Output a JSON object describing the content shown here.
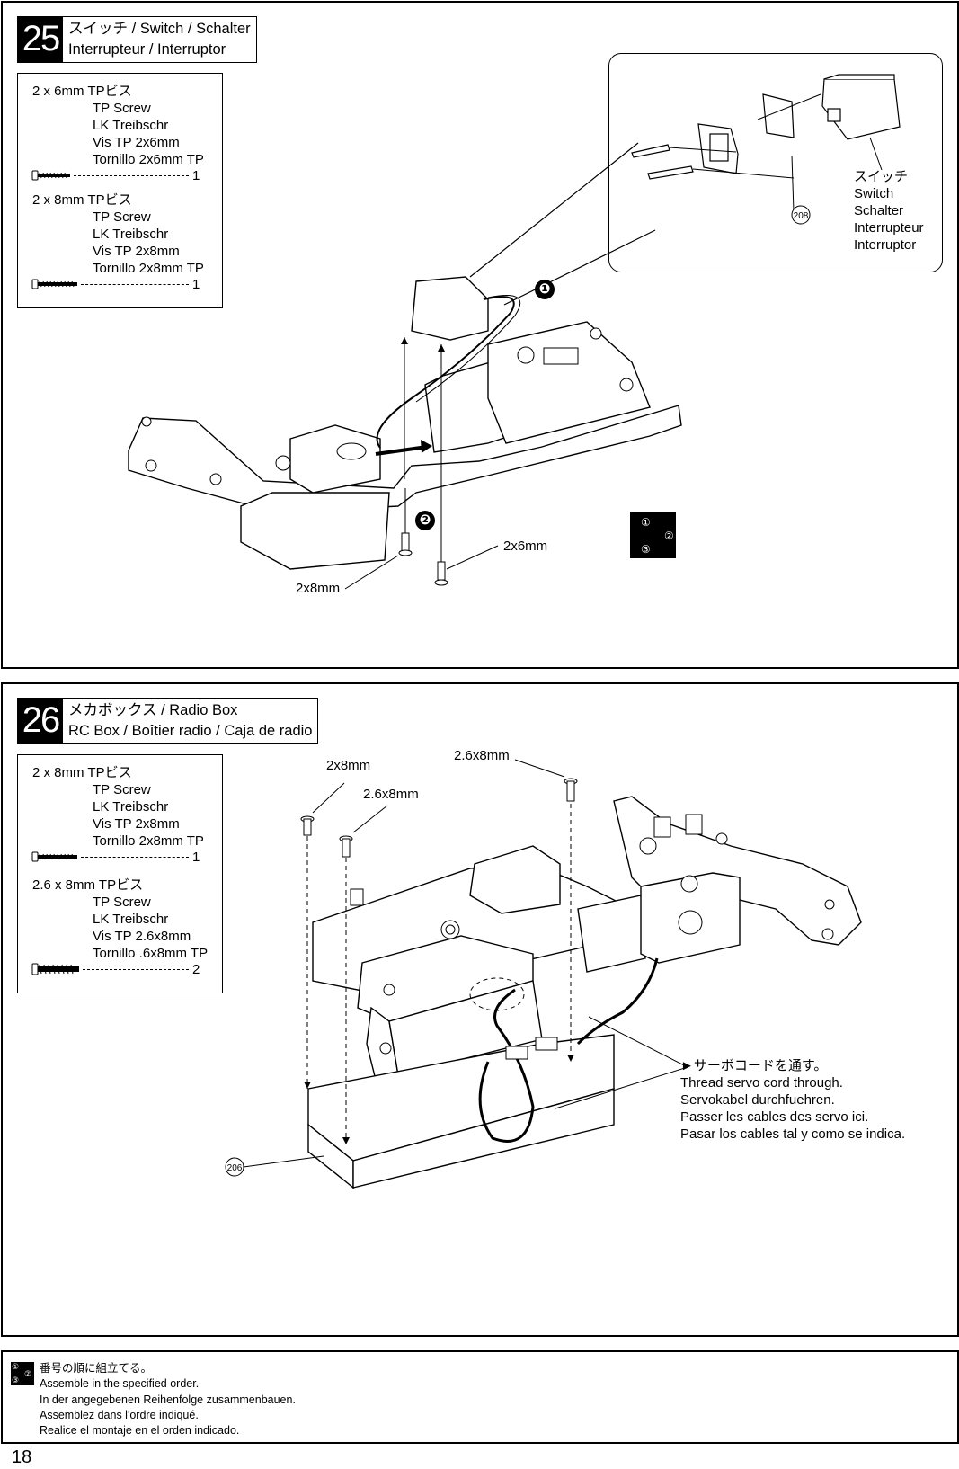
{
  "step25": {
    "number": "25",
    "title_line1": "スイッチ / Switch / Schalter",
    "title_line2": "Interrupteur / Interruptor",
    "parts": [
      {
        "size": "2 x 6mm   TPビス",
        "names": [
          "TP Screw",
          "LK Treibschr",
          "Vis TP 2x6mm",
          "Tornillo 2x6mm TP"
        ],
        "qty": "1"
      },
      {
        "size": "2 x 8mm   TPビス",
        "names": [
          "TP Screw",
          "LK Treibschr",
          "Vis TP 2x8mm",
          "Tornillo 2x8mm TP"
        ],
        "qty": "1"
      }
    ],
    "inset_labels": [
      "スイッチ",
      "Switch",
      "Schalter",
      "Interrupteur",
      "Interruptor"
    ],
    "inset_part_no": "208",
    "badge1": "❶",
    "badge2": "❷",
    "screw_2x6": "2x6mm",
    "screw_2x8": "2x8mm",
    "order_icon": [
      "①",
      "②",
      "③"
    ]
  },
  "step26": {
    "number": "26",
    "title_line1": "メカボックス  / Radio Box",
    "title_line2": "RC Box / Boîtier radio / Caja de radio",
    "parts": [
      {
        "size": "2 x 8mm   TPビス",
        "names": [
          "TP Screw",
          "LK Treibschr",
          "Vis TP 2x8mm",
          "Tornillo 2x8mm TP"
        ],
        "qty": "1"
      },
      {
        "size": "2.6 x 8mm   TPビス",
        "names": [
          "TP Screw",
          "LK Treibschr",
          "Vis TP 2.6x8mm",
          "Tornillo .6x8mm TP"
        ],
        "qty": "2"
      }
    ],
    "label_2x8": "2x8mm",
    "label_26x8_a": "2.6x8mm",
    "label_26x8_b": "2.6x8mm",
    "part_no": "206",
    "cord_notes": [
      "►サーボコードを通す。",
      "Thread servo cord through.",
      "Servokabel durchfuehren.",
      "Passer les cables des servo ici.",
      "Pasar los cables tal y como se indica."
    ]
  },
  "order_note": {
    "icon": [
      "①",
      "②",
      "③"
    ],
    "lines": [
      "番号の順に組立てる。",
      "Assemble in the specified order.",
      "In der angegebenen Reihenfolge zusammenbauen.",
      "Assemblez dans l'ordre indiqué.",
      "Realice el montaje en el orden indicado."
    ]
  },
  "page_number": "18"
}
